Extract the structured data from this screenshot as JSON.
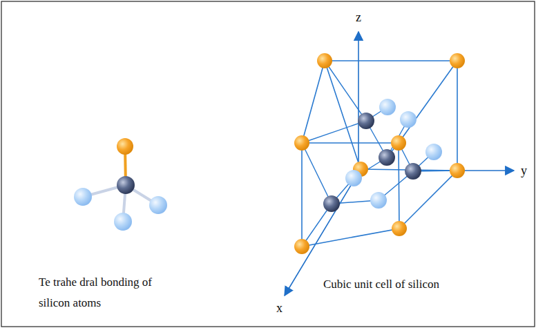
{
  "diagram": {
    "labels": [
      "Te trahe dral bonding of silicon atoms",
      "Cubic unit cell of silicon",
      "z",
      "y",
      "x"
    ]
  }
}
